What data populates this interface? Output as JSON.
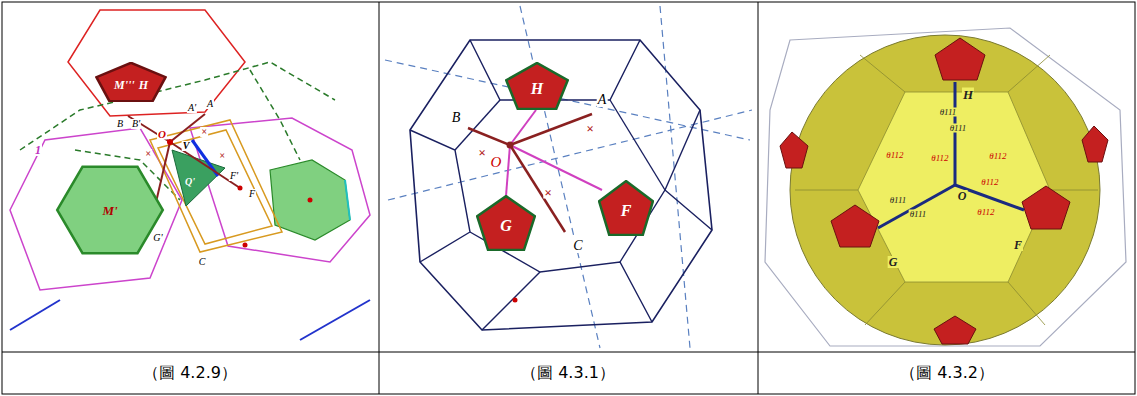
{
  "diagram": {
    "nodes": [
      {
        "text": [
          "M'''",
          "H"
        ]
      },
      {
        "text": [
          "M'"
        ]
      },
      {
        "text": [
          "H"
        ]
      },
      {
        "text": [
          "G"
        ]
      },
      {
        "text": [
          "F"
        ]
      }
    ],
    "labels": [
      "1",
      "B",
      "B'",
      "A'",
      "A",
      "O",
      "V",
      "Q'",
      "F'",
      "F",
      "G",
      "G'",
      "C",
      "×",
      "×",
      "×",
      "A",
      "B",
      "O",
      "C",
      "×",
      "×",
      "×",
      "H",
      "θ111",
      "θ111",
      "θ112",
      "θ112",
      "θ112",
      "θ112",
      "θ111",
      "θ111",
      "θ112",
      "O",
      "G",
      "F",
      "（圖 4.2.9）",
      "（圖 4.3.1）",
      "（圖 4.3.2）"
    ]
  }
}
